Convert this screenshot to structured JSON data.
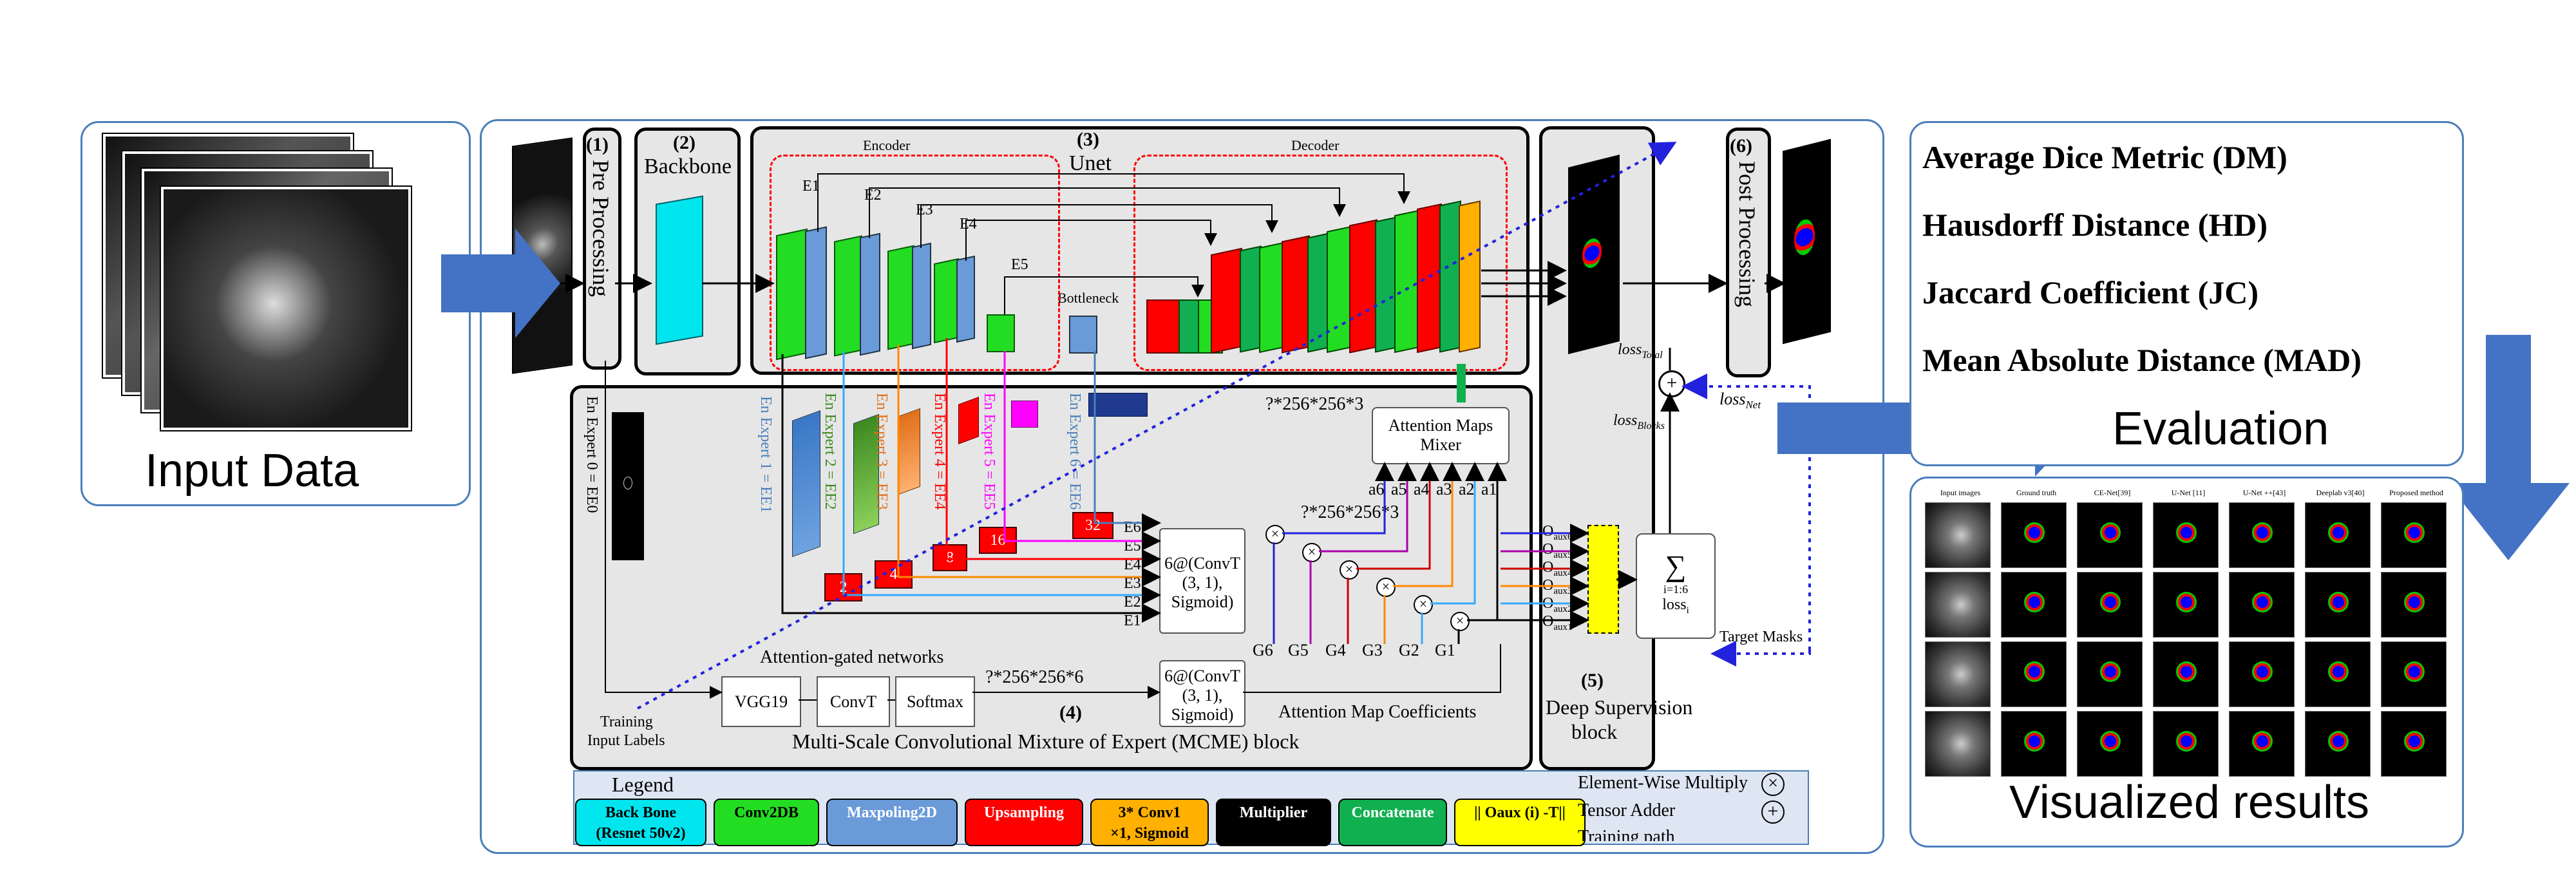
{
  "input_panel": {
    "title": "Input Data"
  },
  "stages": {
    "pre_processing": {
      "num": "(1)",
      "label": "Pre Processing"
    },
    "backbone": {
      "num": "(2)",
      "label": "Backbone"
    },
    "unet": {
      "num": "(3)",
      "label": "Unet",
      "encoder": "Encoder",
      "decoder": "Decoder",
      "bottleneck": "Bottleneck"
    },
    "mcme": {
      "num": "(4)",
      "label": "Multi-Scale Convolutional Mixture of Expert (MCME) block"
    },
    "deep_supervision": {
      "num": "(5)",
      "label_line1": "Deep Supervision",
      "label_line2": "block"
    },
    "post_processing": {
      "num": "(6)",
      "label": "Post Processing"
    }
  },
  "encoder_labels": [
    "E1",
    "E2",
    "E3",
    "E4",
    "E5"
  ],
  "experts": [
    "En Expert 0 = EE0",
    "En Expert 1 = EE1",
    "En Expert 2 = EE2",
    "En Expert 3 = EE3",
    "En Expert 4 = EE4",
    "En Expert 5 = EE5",
    "En Expert 6 = EE6"
  ],
  "expert_numbers": [
    "2",
    "4",
    "8",
    "16",
    "32"
  ],
  "e_lines": [
    "E6",
    "E5",
    "E4",
    "E3",
    "E2",
    "E1"
  ],
  "g_labels": [
    "G6",
    "G5",
    "G4",
    "G3",
    "G2",
    "G1"
  ],
  "a_labels": [
    "a6",
    "a5",
    "a4",
    "a3",
    "a2",
    "a1"
  ],
  "o_labels": [
    "O",
    "O",
    "O",
    "O",
    "O",
    "O"
  ],
  "o_subs": [
    "aux6",
    "aux5",
    "aux4",
    "aux3",
    "aux2",
    "aux1"
  ],
  "texts": {
    "shape1": "?*256*256*3",
    "shape2": "?*256*256*3",
    "shape3": "?*256*256*6",
    "attn_mixer_l1": "Attention Maps",
    "attn_mixer_l2": "Mixer",
    "convt1_l1": "6@(ConvT",
    "convt1_l2": "(3, 1),",
    "convt1_l3": "Sigmoid)",
    "convt2_l1": "6@(ConvT",
    "convt2_l2": "(3, 1),",
    "convt2_l3": "Sigmoid)",
    "attn_gated": "Attention-gated networks",
    "attn_coeff": "Attention Map Coefficients",
    "vgg": "VGG19",
    "convt": "ConvT",
    "softmax": "Softmax",
    "training_l1": "Training",
    "training_l2": "Input Labels",
    "loss_total": "loss",
    "loss_total_sub": "Total",
    "loss_blocks": "loss",
    "loss_blocks_sub": "Blocks",
    "loss_net": "loss",
    "loss_net_sub": "Net",
    "sum_symbol": "∑",
    "sum_sub": "i=1:6",
    "sum_loss": "loss",
    "sum_loss_sub": "i",
    "target_masks": "Target Masks"
  },
  "legend": {
    "title": "Legend",
    "chips": [
      {
        "line1": "Back Bone",
        "line2": "(Resnet 50v2)",
        "color": "#00e5ee"
      },
      {
        "line1": "Conv2DB",
        "line2": "",
        "color": "#22dd22"
      },
      {
        "line1": "Maxpoling2D",
        "line2": "",
        "color": "#6a9bd8"
      },
      {
        "line1": "Upsampling",
        "line2": "",
        "color": "#ff0000"
      },
      {
        "line1": "3* Conv1",
        "line2": "×1, Sigmoid",
        "color": "#ffb000"
      },
      {
        "line1": "Multiplier",
        "line2": "",
        "color": "#000000"
      },
      {
        "line1": "Concatenate",
        "line2": "",
        "color": "#10b050"
      },
      {
        "line1": "|| Oaux (i) -T||",
        "line2": "",
        "color": "#ffff00"
      }
    ],
    "ops": [
      "Element-Wise Multiply",
      "Tensor Adder",
      "Training path"
    ]
  },
  "metrics": [
    "Average Dice Metric (DM)",
    "Hausdorff Distance (HD)",
    "Jaccard Coefficient (JC)",
    "Mean Absolute Distance (MAD)"
  ],
  "evaluation_label": "Evaluation",
  "results": {
    "title": "Visualized results",
    "columns": [
      "Input images",
      "Ground truth",
      "CE-Net[39]",
      "U-Net [11]",
      "U-Net ++[43]",
      "Deeplab v3[40]",
      "Proposed method"
    ]
  },
  "colors": {
    "panel_border": "#4a7ebb",
    "arrow_blue": "#4472c4",
    "green": "#22dd22",
    "blue_block": "#6a9bd8",
    "red": "#ff0000",
    "cyan": "#00e5ee",
    "yellow": "#ffff00",
    "orange": "#ffb000",
    "magenta": "#ff00ff"
  }
}
